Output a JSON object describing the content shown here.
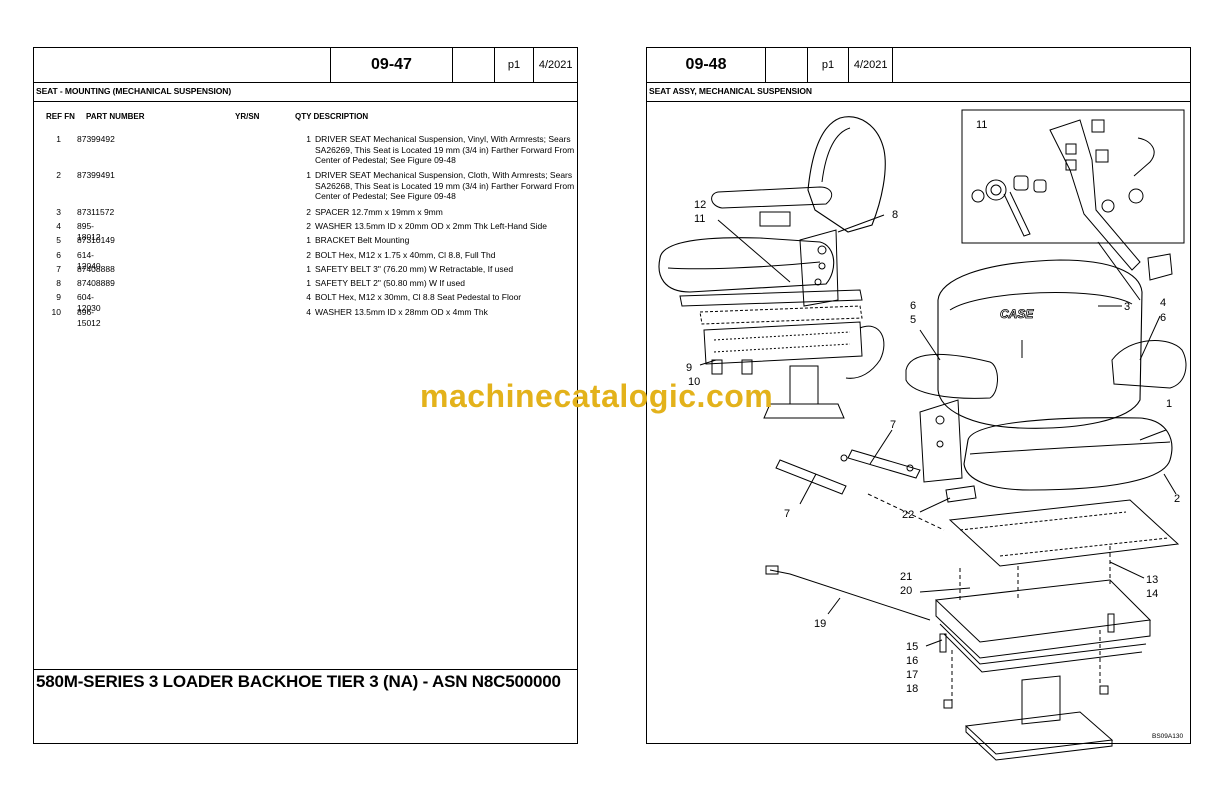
{
  "left_page": {
    "header": {
      "page": "09-47",
      "blank": "",
      "sheet": "p1",
      "date": "4/2021"
    },
    "section_title": "SEAT - MOUNTING (MECHANICAL SUSPENSION)",
    "columns": {
      "ref_fn": "REF  FN",
      "part_number": "PART NUMBER",
      "yr_sn": "YR/SN",
      "qty_desc": "QTY  DESCRIPTION"
    },
    "rows": [
      {
        "ref": "1",
        "part": "87399492",
        "qty": "1",
        "desc": "DRIVER SEAT  Mechanical Suspension, Vinyl, With Armrests; Sears SA26269, This Seat is Located 19 mm (3/4 in) Farther Forward From Center of Pedestal; See Figure 09-48"
      },
      {
        "ref": "2",
        "part": "87399491",
        "qty": "1",
        "desc": "DRIVER SEAT  Mechanical Suspension, Cloth, With Armrests; Sears SA26268, This Seat is Located 19 mm (3/4 in) Farther Forward From Center of Pedestal; See Figure 09-48"
      },
      {
        "ref": "3",
        "part": "87311572",
        "qty": "2",
        "desc": "SPACER 12.7mm  x 19mm x 9mm"
      },
      {
        "ref": "4",
        "part": "895-18012",
        "qty": "2",
        "desc": "WASHER 13.5mm ID x 20mm OD x 2mm Thk Left-Hand Side"
      },
      {
        "ref": "5",
        "part": "87310149",
        "qty": "1",
        "desc": "BRACKET  Belt Mounting"
      },
      {
        "ref": "6",
        "part": "614-12040",
        "qty": "2",
        "desc": "BOLT Hex, M12 x 1.75 x 40mm, Cl 8.8, Full Thd"
      },
      {
        "ref": "7",
        "part": "87408888",
        "qty": "1",
        "desc": "SAFETY BELT  3\" (76.20 mm) W Retractable, If used"
      },
      {
        "ref": "8",
        "part": "87408889",
        "qty": "1",
        "desc": "SAFETY BELT  2\" (50.80 mm) W If used"
      },
      {
        "ref": "9",
        "part": "604-12030",
        "qty": "4",
        "desc": "BOLT Hex, M12 x 30mm, Cl 8.8 Seat Pedestal to Floor"
      },
      {
        "ref": "10",
        "part": "896-15012",
        "qty": "4",
        "desc": "WASHER 13.5mm ID x 28mm OD x 4mm Thk"
      }
    ],
    "model_title": "580M-SERIES 3 LOADER BACKHOE TIER 3 (NA) - ASN N8C500000",
    "figure_callouts": [
      "12",
      "11",
      "8",
      "9",
      "10"
    ]
  },
  "right_page": {
    "header": {
      "page": "09-48",
      "blank": "",
      "sheet": "p1",
      "date": "4/2021"
    },
    "section_title": "SEAT ASSY, MECHANICAL SUSPENSION",
    "figure_callouts": [
      "11",
      "3",
      "6",
      "4",
      "6",
      "5",
      "1",
      "7",
      "7",
      "2",
      "22",
      "13",
      "14",
      "21",
      "20",
      "19",
      "15",
      "16",
      "17",
      "18"
    ],
    "brand_on_seat": "CASE",
    "figure_code": "BS09A130"
  },
  "watermark": "machinecatalogic.com"
}
